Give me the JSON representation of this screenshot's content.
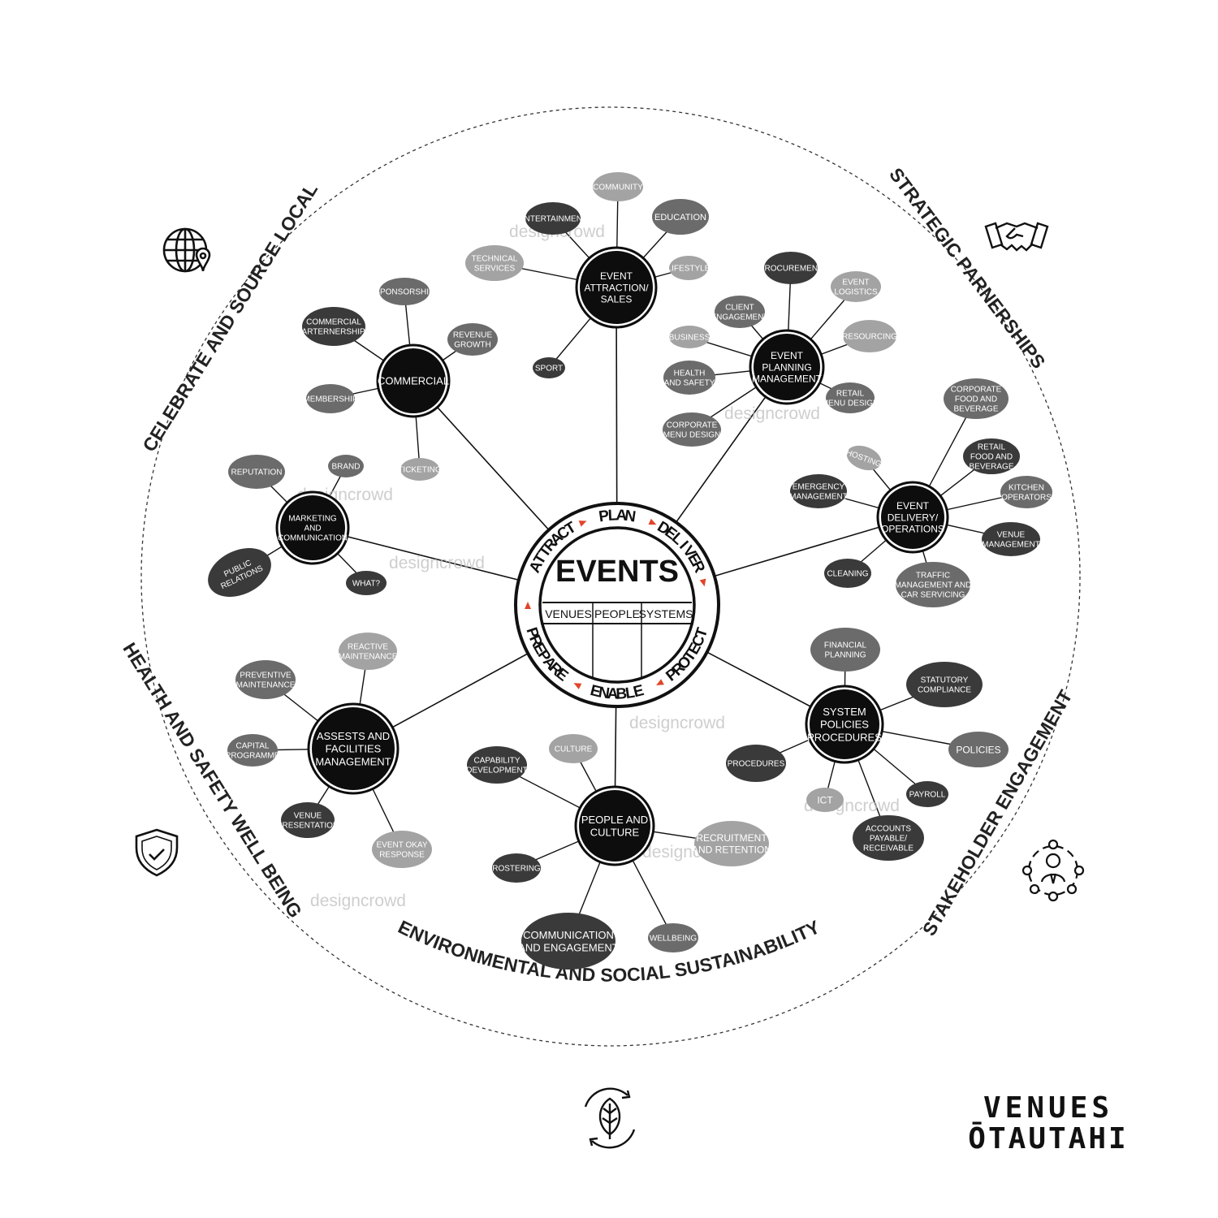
{
  "center": {
    "title": "EVENTS",
    "ring_words": [
      "ATTRACT",
      "PLAN",
      "DELIVER",
      "PROTECT",
      "ENABLE",
      "PREPARE"
    ],
    "columns": [
      "VENUES",
      "PEOPLE",
      "SYSTEMS"
    ]
  },
  "outer_labels": {
    "top_left": "CELEBRATE AND SOURCE LOCAL",
    "top_right": "STRATEGIC PARNERSHIPS",
    "bottom_right": "STAKEHOLDER ENGAGEMENT",
    "bottom": "ENVIRONMENTAL AND SOCIAL SUSTAINABILITY",
    "left": "HEALTH AND SAFETY WELL BEING"
  },
  "icons": [
    "globe-pin-icon",
    "handshake-icon",
    "shield-check-icon",
    "stakeholder-network-icon",
    "leaf-recycle-icon"
  ],
  "hubs": [
    {
      "id": "attraction",
      "lines": [
        "EVENT",
        "ATTRACTION/",
        "SALES"
      ],
      "leaves": [
        {
          "lines": [
            "COMMUNITY"
          ],
          "tone": "light"
        },
        {
          "lines": [
            "ENTERTAINMENT"
          ],
          "tone": "dark"
        },
        {
          "lines": [
            "EDUCATION"
          ],
          "tone": "mid"
        },
        {
          "lines": [
            "TECHNICAL",
            "SERVICES"
          ],
          "tone": "light"
        },
        {
          "lines": [
            "LIFESTYLE"
          ],
          "tone": "light"
        },
        {
          "lines": [
            "SPORT"
          ],
          "tone": "dark"
        }
      ]
    },
    {
      "id": "planning",
      "lines": [
        "EVENT",
        "PLANNING",
        "MANAGEMENT"
      ],
      "leaves": [
        {
          "lines": [
            "PROCUREMENT"
          ],
          "tone": "dark"
        },
        {
          "lines": [
            "EVENT",
            "LOGISTICS"
          ],
          "tone": "light"
        },
        {
          "lines": [
            "CLIENT",
            "ENGAGEMENT"
          ],
          "tone": "mid"
        },
        {
          "lines": [
            "BUSINESS"
          ],
          "tone": "light"
        },
        {
          "lines": [
            "RESOURCING"
          ],
          "tone": "light"
        },
        {
          "lines": [
            "HEALTH",
            "AND SAFETY"
          ],
          "tone": "mid"
        },
        {
          "lines": [
            "RETAIL",
            "MENU DESIGN"
          ],
          "tone": "mid"
        },
        {
          "lines": [
            "CORPORATE",
            "MENU DESIGN"
          ],
          "tone": "mid"
        }
      ]
    },
    {
      "id": "commercial",
      "lines": [
        "COMMERCIAL"
      ],
      "leaves": [
        {
          "lines": [
            "SPONSORSHIP"
          ],
          "tone": "mid"
        },
        {
          "lines": [
            "COMMERCIAL",
            "PARTERNERSHIPS"
          ],
          "tone": "dark"
        },
        {
          "lines": [
            "REVENUE",
            "GROWTH"
          ],
          "tone": "mid"
        },
        {
          "lines": [
            "MEMBERSHIP"
          ],
          "tone": "mid"
        },
        {
          "lines": [
            "TICKETING"
          ],
          "tone": "light"
        }
      ]
    },
    {
      "id": "delivery",
      "lines": [
        "EVENT",
        "DELIVERY/",
        "OPERATIONS"
      ],
      "leaves": [
        {
          "lines": [
            "CORPORATE",
            "FOOD AND",
            "BEVERAGE"
          ],
          "tone": "mid"
        },
        {
          "lines": [
            "HOSTING"
          ],
          "tone": "light"
        },
        {
          "lines": [
            "RETAIL",
            "FOOD AND",
            "BEVERAGE"
          ],
          "tone": "dark"
        },
        {
          "lines": [
            "EMERGENCY",
            "MANAGEMENT"
          ],
          "tone": "dark"
        },
        {
          "lines": [
            "KITCHEN",
            "OPERATORS"
          ],
          "tone": "mid"
        },
        {
          "lines": [
            "VENUE",
            "MANAGEMENT"
          ],
          "tone": "dark"
        },
        {
          "lines": [
            "CLEANING"
          ],
          "tone": "dark"
        },
        {
          "lines": [
            "TRAFFIC",
            "MANAGEMENT AND",
            "CAR SERVICING"
          ],
          "tone": "mid"
        }
      ]
    },
    {
      "id": "marketing",
      "lines": [
        "MARKETING",
        "AND",
        "COMMUNICATION"
      ],
      "leaves": [
        {
          "lines": [
            "REPUTATION"
          ],
          "tone": "mid"
        },
        {
          "lines": [
            "BRAND"
          ],
          "tone": "mid"
        },
        {
          "lines": [
            "PUBLIC",
            "RELATIONS"
          ],
          "tone": "dark"
        },
        {
          "lines": [
            "WHAT?"
          ],
          "tone": "dark"
        }
      ]
    },
    {
      "id": "facilities",
      "lines": [
        "ASSESTS AND",
        "FACILITIES",
        "MANAGEMENT"
      ],
      "leaves": [
        {
          "lines": [
            "REACTIVE",
            "MAINTENANCE"
          ],
          "tone": "light"
        },
        {
          "lines": [
            "PREVENTIVE",
            "MAINTENANCE"
          ],
          "tone": "mid"
        },
        {
          "lines": [
            "CAPITAL",
            "PROGRAMME"
          ],
          "tone": "mid"
        },
        {
          "lines": [
            "VENUE",
            "PRESENTATION"
          ],
          "tone": "dark"
        },
        {
          "lines": [
            "EVENT OKAY",
            "RESPONSE"
          ],
          "tone": "light"
        }
      ]
    },
    {
      "id": "people",
      "lines": [
        "PEOPLE AND",
        "CULTURE"
      ],
      "leaves": [
        {
          "lines": [
            "CULTURE"
          ],
          "tone": "light"
        },
        {
          "lines": [
            "CAPABILITY",
            "DEVELOPMENT"
          ],
          "tone": "dark"
        },
        {
          "lines": [
            "RECRUITMENT",
            "AND RETENTION"
          ],
          "tone": "light"
        },
        {
          "lines": [
            "ROSTERING"
          ],
          "tone": "dark"
        },
        {
          "lines": [
            "COMMUNICATION",
            "AND ENGAGEMENT"
          ],
          "tone": "dark"
        },
        {
          "lines": [
            "WELLBEING"
          ],
          "tone": "mid"
        }
      ]
    },
    {
      "id": "systems",
      "lines": [
        "SYSTEM",
        "POLICIES",
        "PROCEDURES"
      ],
      "leaves": [
        {
          "lines": [
            "FINANCIAL",
            "PLANNING"
          ],
          "tone": "mid"
        },
        {
          "lines": [
            "STATUTORY",
            "COMPLIANCE"
          ],
          "tone": "dark"
        },
        {
          "lines": [
            "POLICIES"
          ],
          "tone": "mid"
        },
        {
          "lines": [
            "PROCEDURES"
          ],
          "tone": "dark"
        },
        {
          "lines": [
            "PAYROLL"
          ],
          "tone": "dark"
        },
        {
          "lines": [
            "ICT"
          ],
          "tone": "light"
        },
        {
          "lines": [
            "ACCOUNTS",
            "PAYABLE/",
            "RECEIVABLE"
          ],
          "tone": "dark"
        }
      ]
    }
  ],
  "watermark": "designcrowd",
  "logo": {
    "line1": "VENUES",
    "line2": "ŌTAUTAHI"
  },
  "colors": {
    "hub": "#0d0d0d",
    "dark": "#3a3a3a",
    "mid": "#6b6b6b",
    "light": "#a3a3a3",
    "accent": "#e0452a",
    "line": "#111111"
  }
}
